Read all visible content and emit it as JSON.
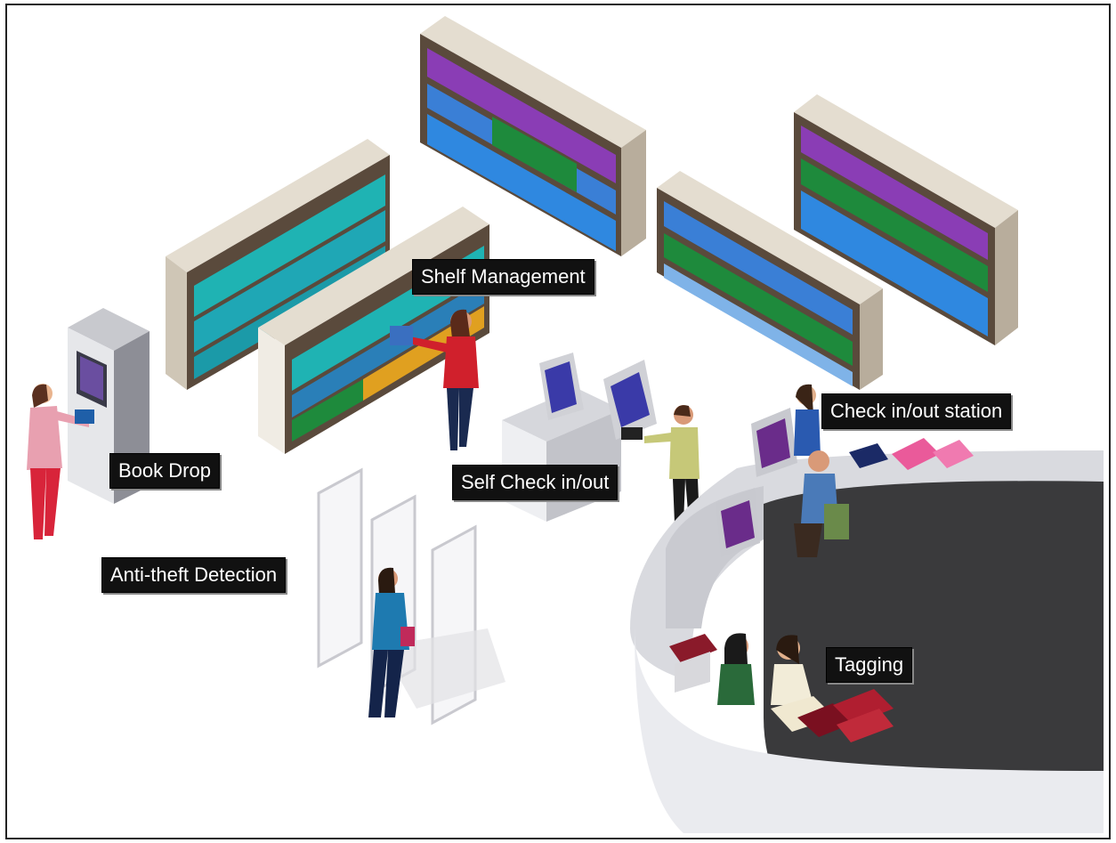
{
  "labels": {
    "shelf_management": "Shelf Management",
    "check_station": "Check in/out station",
    "book_drop": "Book Drop",
    "self_check": "Self Check in/out",
    "anti_theft": "Anti-theft Detection",
    "tagging": "Tagging"
  },
  "colors": {
    "label_bg": "#111111",
    "label_text": "#ffffff",
    "shelf_wood": "#d8d0c2",
    "shelf_dark": "#6b5a48",
    "desk_top": "#dcdde2",
    "desk_dark": "#3a3a3c",
    "book_teal": "#1fb3b3",
    "book_blue": "#3a7fd6",
    "book_green": "#1e8a3c",
    "book_purple": "#8a3db5"
  }
}
